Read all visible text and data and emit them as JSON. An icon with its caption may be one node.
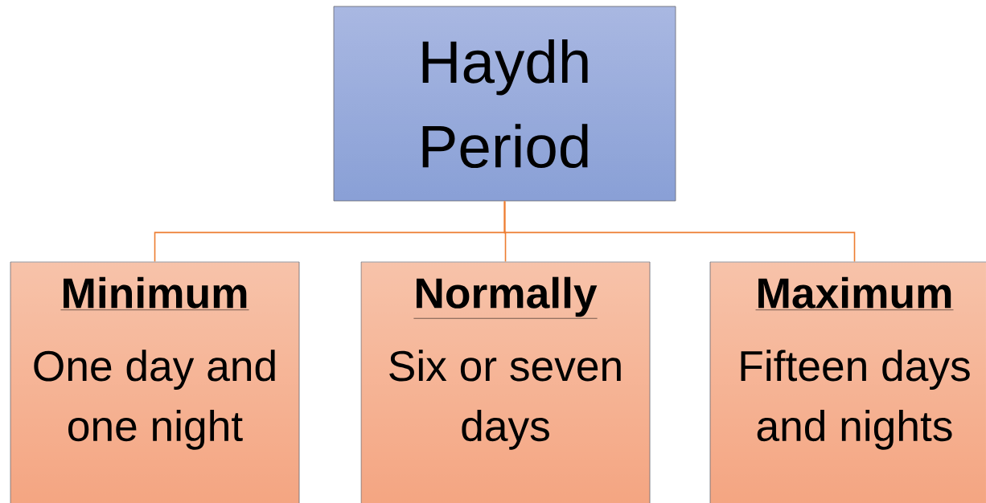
{
  "diagram": {
    "nodes": [
      {
        "text": [
          "Haydh Period"
        ]
      },
      {
        "text": [
          "Minimum",
          "One day and one night"
        ]
      },
      {
        "text": [
          "Normally",
          "Six or seven days"
        ]
      },
      {
        "text": [
          "Maximum",
          "Fifteen days and nights"
        ]
      }
    ],
    "edges": [
      {
        "from": 0,
        "to": 1,
        "arrow": "none"
      },
      {
        "from": 0,
        "to": 2,
        "arrow": "none"
      },
      {
        "from": 0,
        "to": 3,
        "arrow": "none"
      }
    ]
  }
}
